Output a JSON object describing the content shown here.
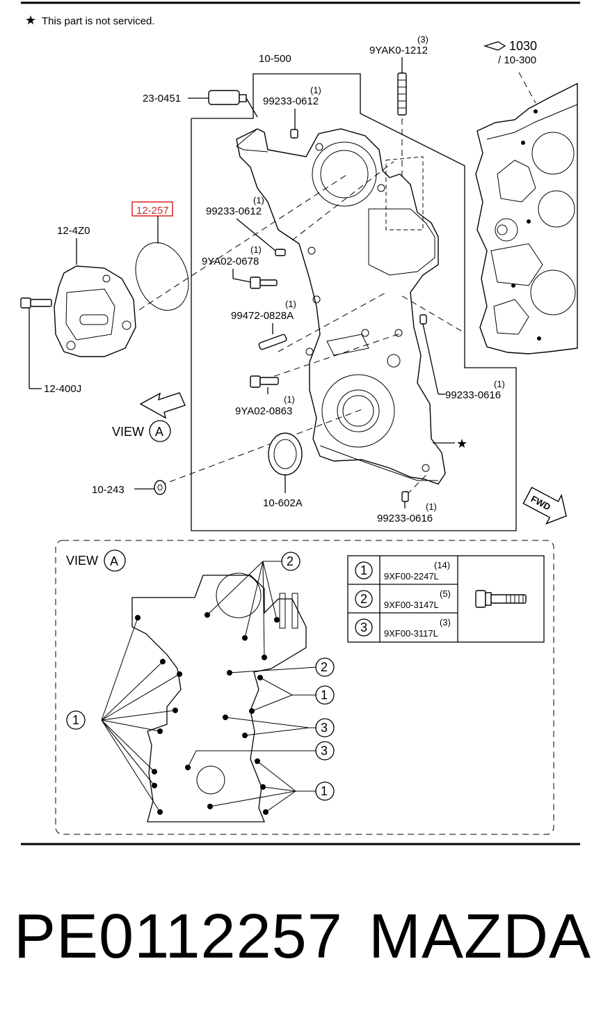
{
  "note": "This part is not serviced.",
  "labels": {
    "p1": "10-500",
    "p2": "9YAK0-1212",
    "p2_qty": "(3)",
    "p3": "1030",
    "p3b": "/ 10-300",
    "p4": "23-0451",
    "p5": "99233-0612",
    "p5_qty": "(1)",
    "p6": "12-257",
    "p7": "12-4Z0",
    "p8": "99233-0612",
    "p8_qty": "(1)",
    "p9": "9YA02-0678",
    "p9_qty": "(1)",
    "p10": "99472-0828A",
    "p10_qty": "(1)",
    "p11": "12-400J",
    "p12": "9YA02-0863",
    "p12_qty": "(1)",
    "p13": "99233-0616",
    "p13_qty": "(1)",
    "p14": "10-243",
    "p15": "10-602A",
    "p16": "99233-0616",
    "p16_qty": "(1)",
    "view": "VIEW",
    "view_letter": "A",
    "fwd": "FWD",
    "star": "★"
  },
  "bolt_table": [
    {
      "key": "1",
      "qty": "(14)",
      "part": "9XF00-2247L"
    },
    {
      "key": "2",
      "qty": "(5)",
      "part": "9XF00-3147L"
    },
    {
      "key": "3",
      "qty": "(3)",
      "part": "9XF00-3117L"
    }
  ],
  "callouts": [
    "2",
    "2",
    "1",
    "3",
    "3",
    "1",
    "1"
  ],
  "footer": {
    "part_number": "PE0112257",
    "brand": "MAZDA"
  }
}
